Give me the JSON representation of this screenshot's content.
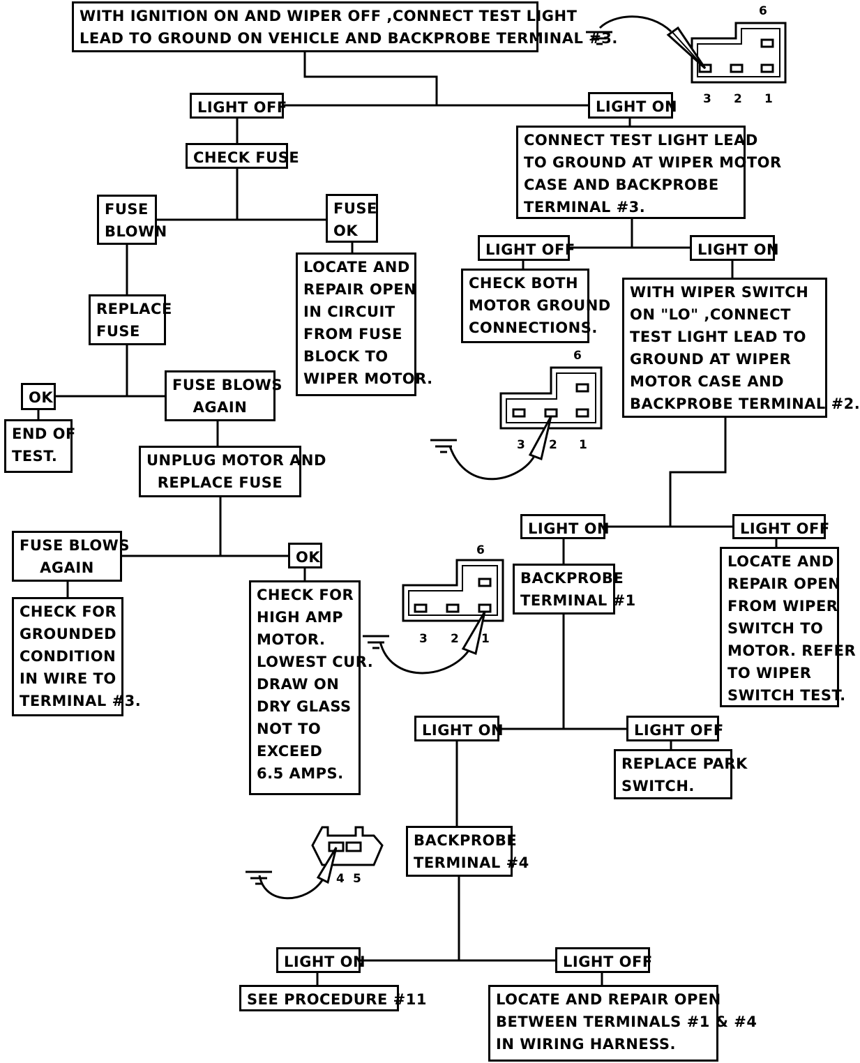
{
  "boxes": {
    "start": "WITH IGNITION ON AND WIPER OFF ,CONNECT TEST LIGHT\nLEAD TO GROUND ON VEHICLE AND BACKPROBE TERMINAL #3.",
    "light_off_1": "LIGHT OFF",
    "light_on_1": "LIGHT ON",
    "check_fuse": "CHECK FUSE",
    "fuse_blown": "FUSE\nBLOWN",
    "fuse_ok": "FUSE\nOK",
    "locate_open_fuse": "LOCATE AND\nREPAIR OPEN\nIN CIRCUIT\nFROM FUSE\nBLOCK TO\nWIPER MOTOR.",
    "replace_fuse": "REPLACE\nFUSE",
    "ok_1": "OK",
    "end_of_test": "END OF\nTEST.",
    "fuse_blows_again_1": "FUSE BLOWS\nAGAIN",
    "unplug_motor": "UNPLUG MOTOR AND\nREPLACE FUSE",
    "fuse_blows_again_2": "FUSE BLOWS\nAGAIN",
    "ok_2": "OK",
    "check_grounded": "CHECK FOR\nGROUNDED\nCONDITION\nIN WIRE TO\nTERMINAL #3.",
    "check_high_amp": "CHECK FOR\nHIGH AMP\nMOTOR.\nLOWEST CUR.\nDRAW ON\nDRY GLASS\nNOT TO\nEXCEED\n6.5 AMPS.",
    "connect_motor_case": "CONNECT TEST LIGHT LEAD\nTO GROUND AT WIPER MOTOR\nCASE AND BACKPROBE\nTERMINAL #3.",
    "light_off_2": "LIGHT OFF",
    "light_on_2": "LIGHT ON",
    "check_motor_ground": "CHECK BOTH\nMOTOR GROUND\nCONNECTIONS.",
    "wiper_switch_lo": "WITH WIPER SWITCH\nON \"LO\" ,CONNECT\nTEST LIGHT LEAD TO\nGROUND AT WIPER\nMOTOR CASE AND\nBACKPROBE TERMINAL #2.",
    "light_on_3": "LIGHT ON",
    "light_off_3": "LIGHT OFF",
    "backprobe_1": "BACKPROBE\nTERMINAL #1",
    "locate_open_switch": "LOCATE AND\nREPAIR OPEN\nFROM WIPER\nSWITCH TO\nMOTOR. REFER\nTO WIPER\nSWITCH TEST.",
    "light_on_4": "LIGHT ON",
    "light_off_4": "LIGHT OFF",
    "replace_park": "REPLACE PARK\nSWITCH.",
    "backprobe_4": "BACKPROBE\nTERMINAL #4",
    "light_on_5": "LIGHT ON",
    "light_off_5": "LIGHT OFF",
    "see_procedure": "SEE PROCEDURE #11",
    "locate_open_harness": "LOCATE AND REPAIR OPEN\nBETWEEN TERMINALS #1 & #4\nIN WIRING HARNESS."
  },
  "connector_labels": {
    "pin_1": "1",
    "pin_2": "2",
    "pin_3": "3",
    "pin_4": "4",
    "pin_5": "5",
    "pin_6": "6"
  }
}
